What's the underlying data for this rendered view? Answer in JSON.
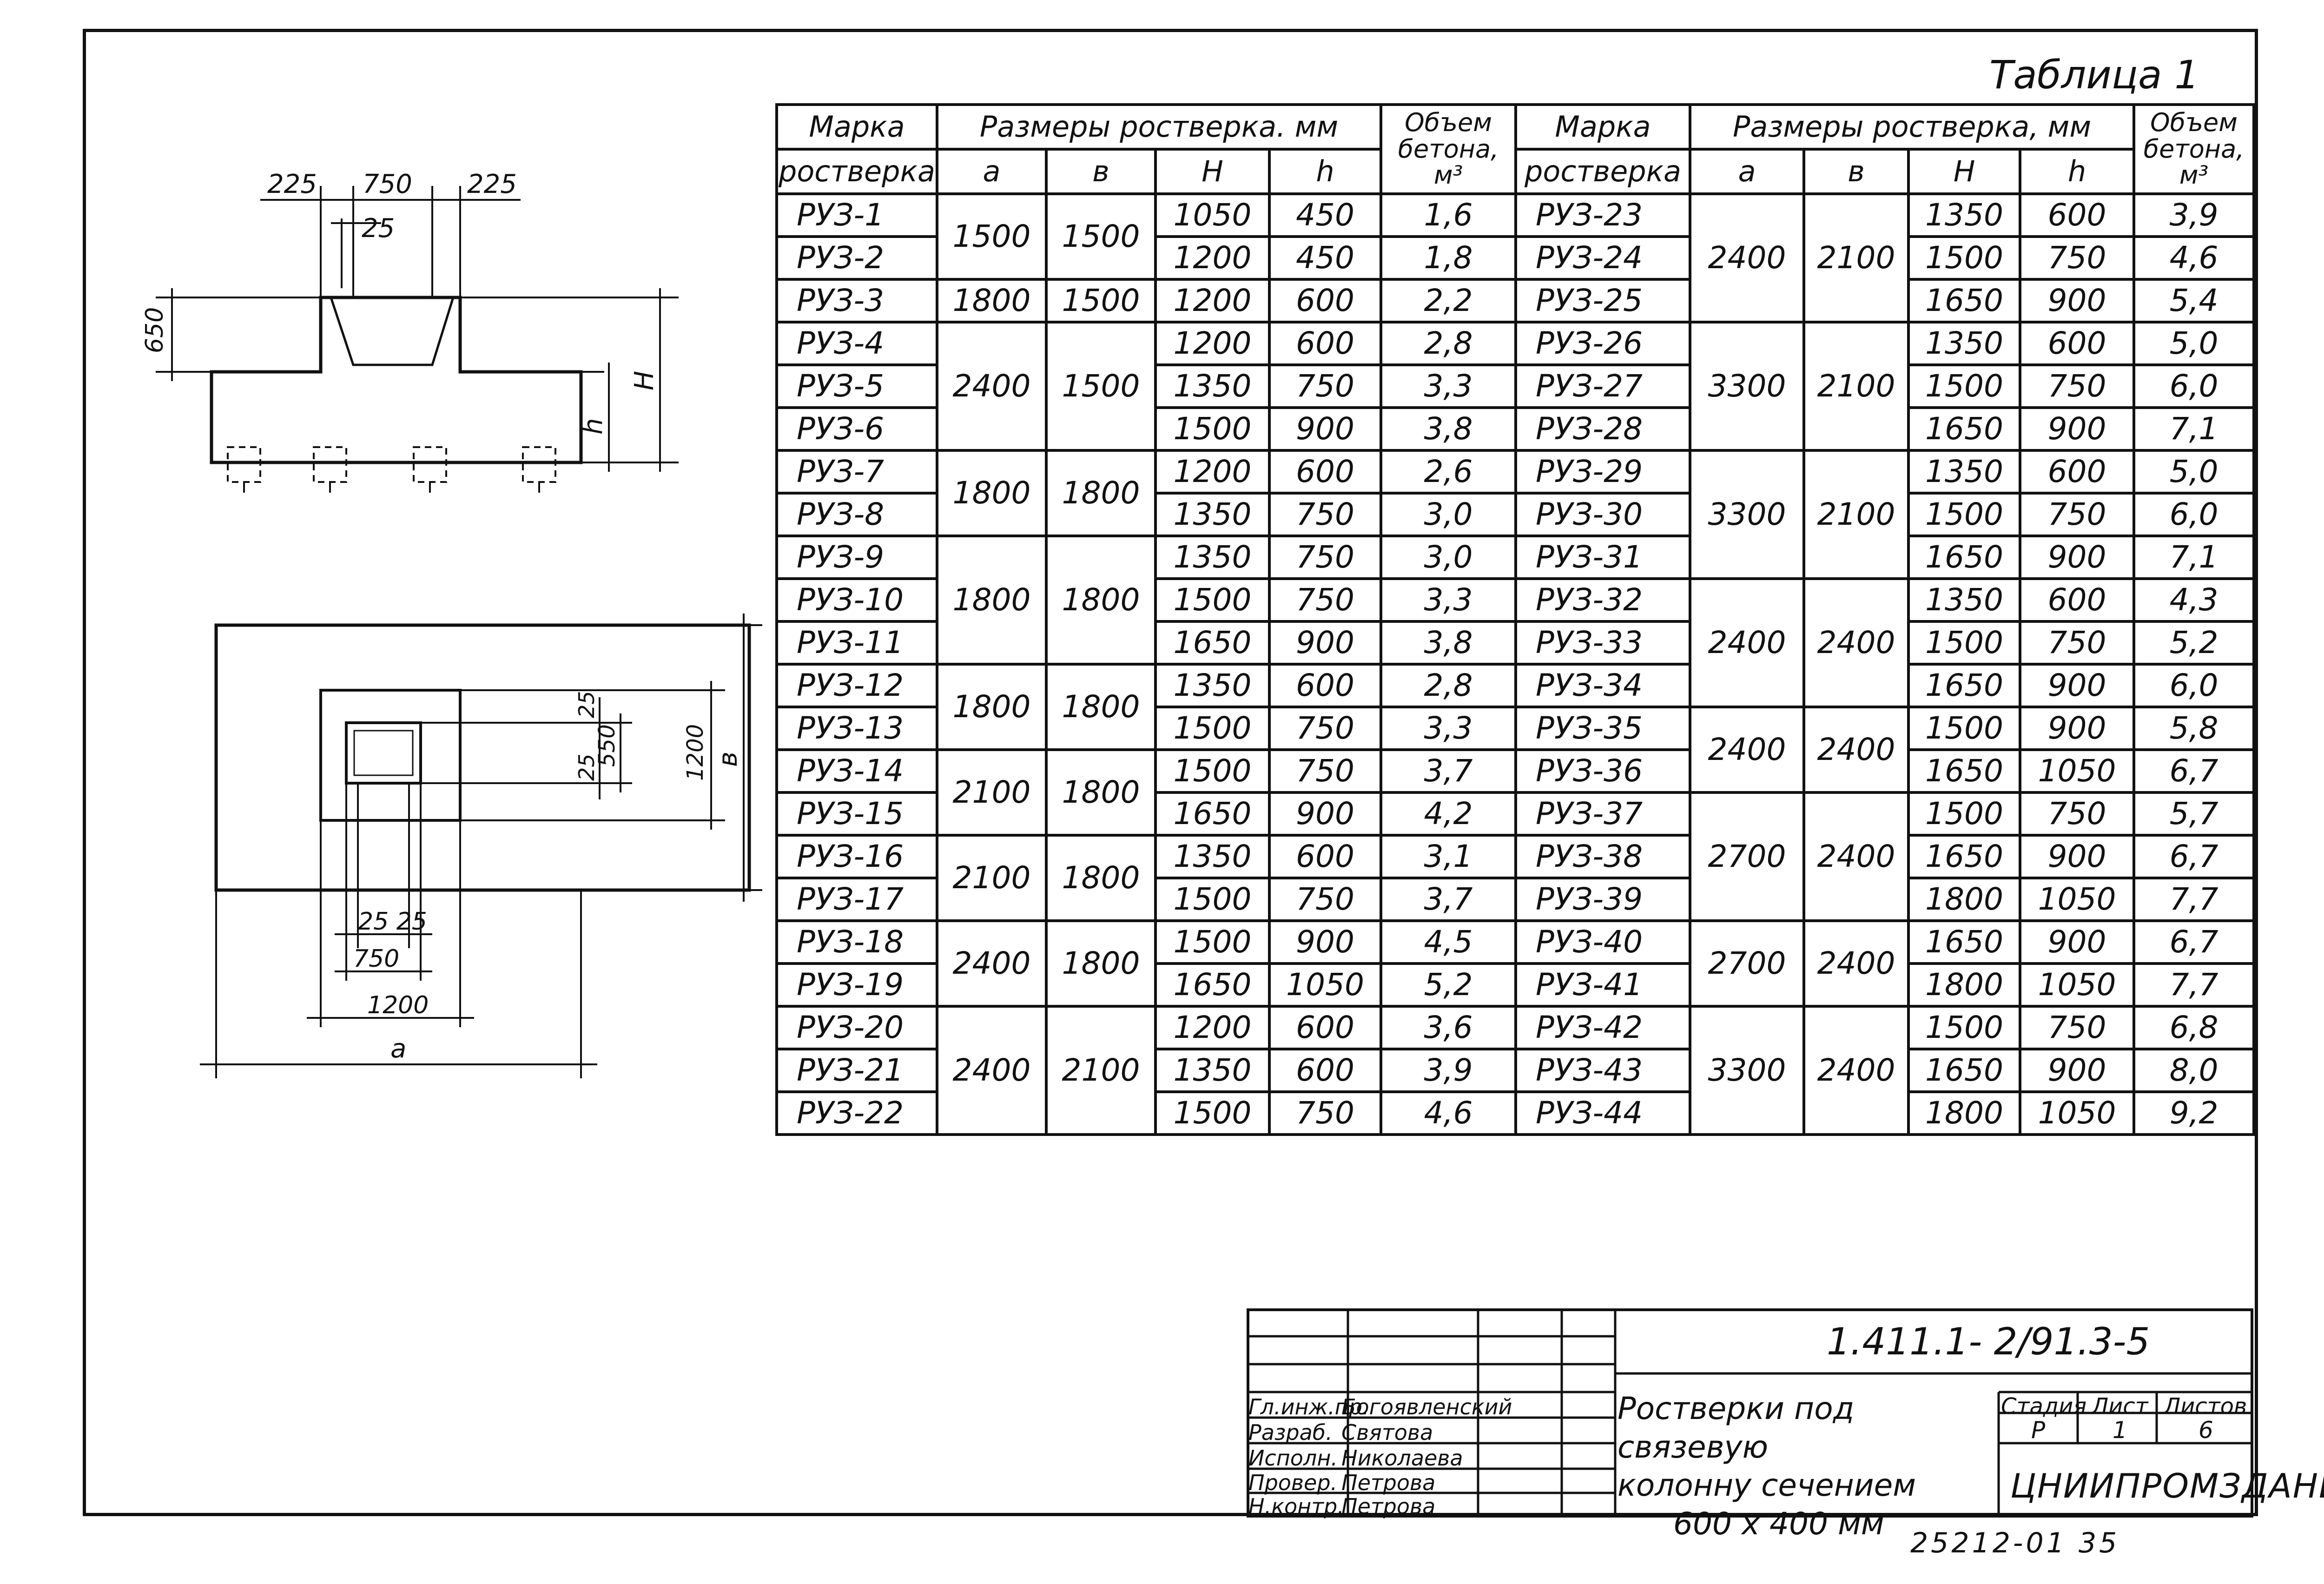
{
  "table_caption": "Таблица 1",
  "headers": {
    "mark": [
      "Марка",
      "ростверка"
    ],
    "dims": "Размеры ростверка, мм",
    "dims_left": "Размеры ростверка. мм",
    "volume": "Объем бетона, м³",
    "cols": [
      "а",
      "в",
      "Н",
      "h"
    ]
  },
  "table": [
    {
      "mark": "РУЗ-1",
      "a": "1500",
      "b": "1500",
      "H": "1050",
      "h": "450",
      "v": "1,6"
    },
    {
      "mark": "РУЗ-2",
      "a": "",
      "b": "",
      "H": "1200",
      "h": "450",
      "v": "1,8"
    },
    {
      "mark": "РУЗ-3",
      "a": "1800",
      "b": "1500",
      "H": "1200",
      "h": "600",
      "v": "2,2"
    },
    {
      "mark": "РУЗ-4",
      "a": "2400",
      "b": "1500",
      "H": "1200",
      "h": "600",
      "v": "2,8"
    },
    {
      "mark": "РУЗ-5",
      "a": "",
      "b": "",
      "H": "1350",
      "h": "750",
      "v": "3,3"
    },
    {
      "mark": "РУЗ-6",
      "a": "",
      "b": "",
      "H": "1500",
      "h": "900",
      "v": "3,8"
    },
    {
      "mark": "РУЗ-7",
      "a": "1800",
      "b": "1800",
      "H": "1200",
      "h": "600",
      "v": "2,6"
    },
    {
      "mark": "РУЗ-8",
      "a": "",
      "b": "",
      "H": "1350",
      "h": "750",
      "v": "3,0"
    },
    {
      "mark": "РУЗ-9",
      "a": "1800",
      "b": "1800",
      "H": "1350",
      "h": "750",
      "v": "3,0"
    },
    {
      "mark": "РУЗ-10",
      "a": "",
      "b": "",
      "H": "1500",
      "h": "750",
      "v": "3,3"
    },
    {
      "mark": "РУЗ-11",
      "a": "",
      "b": "",
      "H": "1650",
      "h": "900",
      "v": "3,8"
    },
    {
      "mark": "РУЗ-12",
      "a": "1800",
      "b": "1800",
      "H": "1350",
      "h": "600",
      "v": "2,8"
    },
    {
      "mark": "РУЗ-13",
      "a": "",
      "b": "",
      "H": "1500",
      "h": "750",
      "v": "3,3"
    },
    {
      "mark": "РУЗ-14",
      "a": "2100",
      "b": "1800",
      "H": "1500",
      "h": "750",
      "v": "3,7"
    },
    {
      "mark": "РУЗ-15",
      "a": "",
      "b": "",
      "H": "1650",
      "h": "900",
      "v": "4,2"
    },
    {
      "mark": "РУЗ-16",
      "a": "2100",
      "b": "1800",
      "H": "1350",
      "h": "600",
      "v": "3,1"
    },
    {
      "mark": "РУЗ-17",
      "a": "",
      "b": "",
      "H": "1500",
      "h": "750",
      "v": "3,7"
    },
    {
      "mark": "РУЗ-18",
      "a": "2400",
      "b": "1800",
      "H": "1500",
      "h": "900",
      "v": "4,5"
    },
    {
      "mark": "РУЗ-19",
      "a": "",
      "b": "",
      "H": "1650",
      "h": "1050",
      "v": "5,2"
    },
    {
      "mark": "РУЗ-20",
      "a": "2400",
      "b": "2100",
      "H": "1200",
      "h": "600",
      "v": "3,6"
    },
    {
      "mark": "РУЗ-21",
      "a": "",
      "b": "",
      "H": "1350",
      "h": "600",
      "v": "3,9"
    },
    {
      "mark": "РУЗ-22",
      "a": "",
      "b": "",
      "H": "1500",
      "h": "750",
      "v": "4,6"
    },
    {
      "mark": "РУЗ-23",
      "a": "2400",
      "b": "2100",
      "H": "1350",
      "h": "600",
      "v": "3,9"
    },
    {
      "mark": "РУЗ-24",
      "a": "",
      "b": "",
      "H": "1500",
      "h": "750",
      "v": "4,6"
    },
    {
      "mark": "РУЗ-25",
      "a": "",
      "b": "",
      "H": "1650",
      "h": "900",
      "v": "5,4"
    },
    {
      "mark": "РУЗ-26",
      "a": "3300",
      "b": "2100",
      "H": "1350",
      "h": "600",
      "v": "5,0"
    },
    {
      "mark": "РУЗ-27",
      "a": "",
      "b": "",
      "H": "1500",
      "h": "750",
      "v": "6,0"
    },
    {
      "mark": "РУЗ-28",
      "a": "",
      "b": "",
      "H": "1650",
      "h": "900",
      "v": "7,1"
    },
    {
      "mark": "РУЗ-29",
      "a": "3300",
      "b": "2100",
      "H": "1350",
      "h": "600",
      "v": "5,0"
    },
    {
      "mark": "РУЗ-30",
      "a": "",
      "b": "",
      "H": "1500",
      "h": "750",
      "v": "6,0"
    },
    {
      "mark": "РУЗ-31",
      "a": "",
      "b": "",
      "H": "1650",
      "h": "900",
      "v": "7,1"
    },
    {
      "mark": "РУЗ-32",
      "a": "2400",
      "b": "2400",
      "H": "1350",
      "h": "600",
      "v": "4,3"
    },
    {
      "mark": "РУЗ-33",
      "a": "",
      "b": "",
      "H": "1500",
      "h": "750",
      "v": "5,2"
    },
    {
      "mark": "РУЗ-34",
      "a": "",
      "b": "",
      "H": "1650",
      "h": "900",
      "v": "6,0"
    },
    {
      "mark": "РУЗ-35",
      "a": "2400",
      "b": "2400",
      "H": "1500",
      "h": "900",
      "v": "5,8"
    },
    {
      "mark": "РУЗ-36",
      "a": "",
      "b": "",
      "H": "1650",
      "h": "1050",
      "v": "6,7"
    },
    {
      "mark": "РУЗ-37",
      "a": "2700",
      "b": "2400",
      "H": "1500",
      "h": "750",
      "v": "5,7"
    },
    {
      "mark": "РУЗ-38",
      "a": "",
      "b": "",
      "H": "1650",
      "h": "900",
      "v": "6,7"
    },
    {
      "mark": "РУЗ-39",
      "a": "",
      "b": "",
      "H": "1800",
      "h": "1050",
      "v": "7,7"
    },
    {
      "mark": "РУЗ-40",
      "a": "2700",
      "b": "2400",
      "H": "1650",
      "h": "900",
      "v": "6,7"
    },
    {
      "mark": "РУЗ-41",
      "a": "",
      "b": "",
      "H": "1800",
      "h": "1050",
      "v": "7,7"
    },
    {
      "mark": "РУЗ-42",
      "a": "3300",
      "b": "2400",
      "H": "1500",
      "h": "750",
      "v": "6,8"
    },
    {
      "mark": "РУЗ-43",
      "a": "",
      "b": "",
      "H": "1650",
      "h": "900",
      "v": "8,0"
    },
    {
      "mark": "РУЗ-44",
      "a": "",
      "b": "",
      "H": "1800",
      "h": "1050",
      "v": "9,2"
    }
  ],
  "section_dims": {
    "top": [
      "225",
      "750",
      "225"
    ],
    "inner": "25",
    "left": "650",
    "H": "Н",
    "h": "h"
  },
  "plan_dims": {
    "bottom": [
      "25 25",
      "750",
      "1200",
      "а"
    ],
    "right": [
      "25",
      "25",
      "550",
      "1200",
      "в"
    ]
  },
  "title_block": {
    "code": "1.411.1- 2/91.3-5",
    "title_lines": [
      "Ростверки под связевую",
      "колонну сечением",
      "600 х 400 мм"
    ],
    "headers": [
      "Стадия",
      "Лист",
      "Листов"
    ],
    "values": [
      "Р",
      "1",
      "6"
    ],
    "org": "ЦНИИПРОМЗДАНИЙ",
    "people": [
      {
        "role": "Гл.инж.пр.",
        "name": "Богоявленский"
      },
      {
        "role": "Разраб.",
        "name": "Святова"
      },
      {
        "role": "Исполн.",
        "name": "Николаева"
      },
      {
        "role": "Провер.",
        "name": "Петрова"
      },
      {
        "role": "Н.контр.",
        "name": "Петрова"
      }
    ]
  },
  "footnote": "25212-01 35"
}
